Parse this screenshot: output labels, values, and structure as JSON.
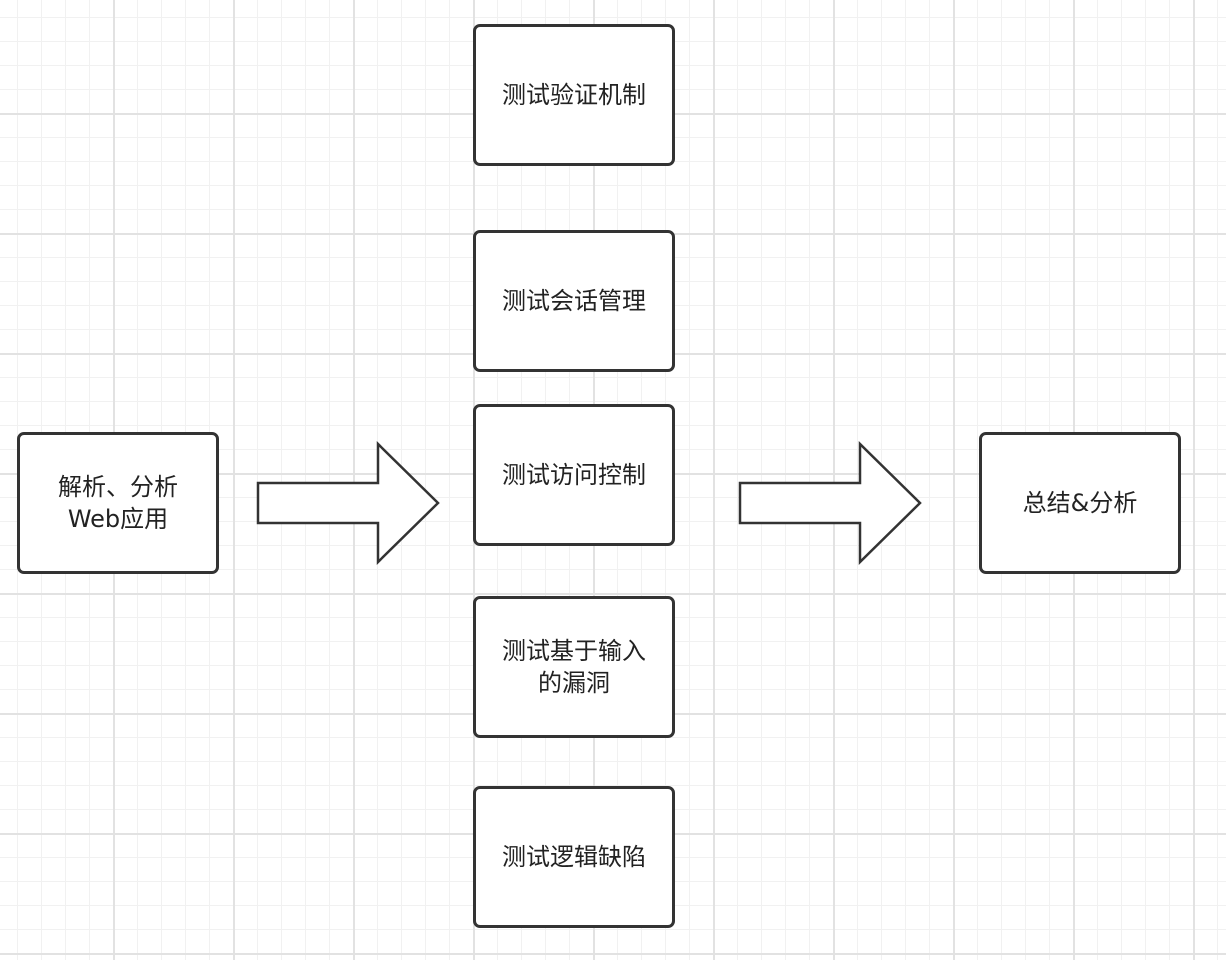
{
  "diagram": {
    "nodes": [
      {
        "id": "parse",
        "label": "解析、分析\nWeb应用"
      },
      {
        "id": "auth",
        "label": "测试验证机制"
      },
      {
        "id": "session",
        "label": "测试会话管理"
      },
      {
        "id": "access",
        "label": "测试访问控制"
      },
      {
        "id": "input",
        "label": "测试基于输入\n的漏洞"
      },
      {
        "id": "logic",
        "label": "测试逻辑缺陷"
      },
      {
        "id": "summary",
        "label": "总结&分析"
      }
    ],
    "edges": [
      {
        "from": "parse",
        "to": "access",
        "style": "block-arrow"
      },
      {
        "from": "access",
        "to": "summary",
        "style": "block-arrow"
      }
    ]
  },
  "colors": {
    "border": "#333333",
    "text": "#222222",
    "fill": "#ffffff",
    "grid_major": "#e2e2e2",
    "grid_minor": "#f1f1f1"
  }
}
